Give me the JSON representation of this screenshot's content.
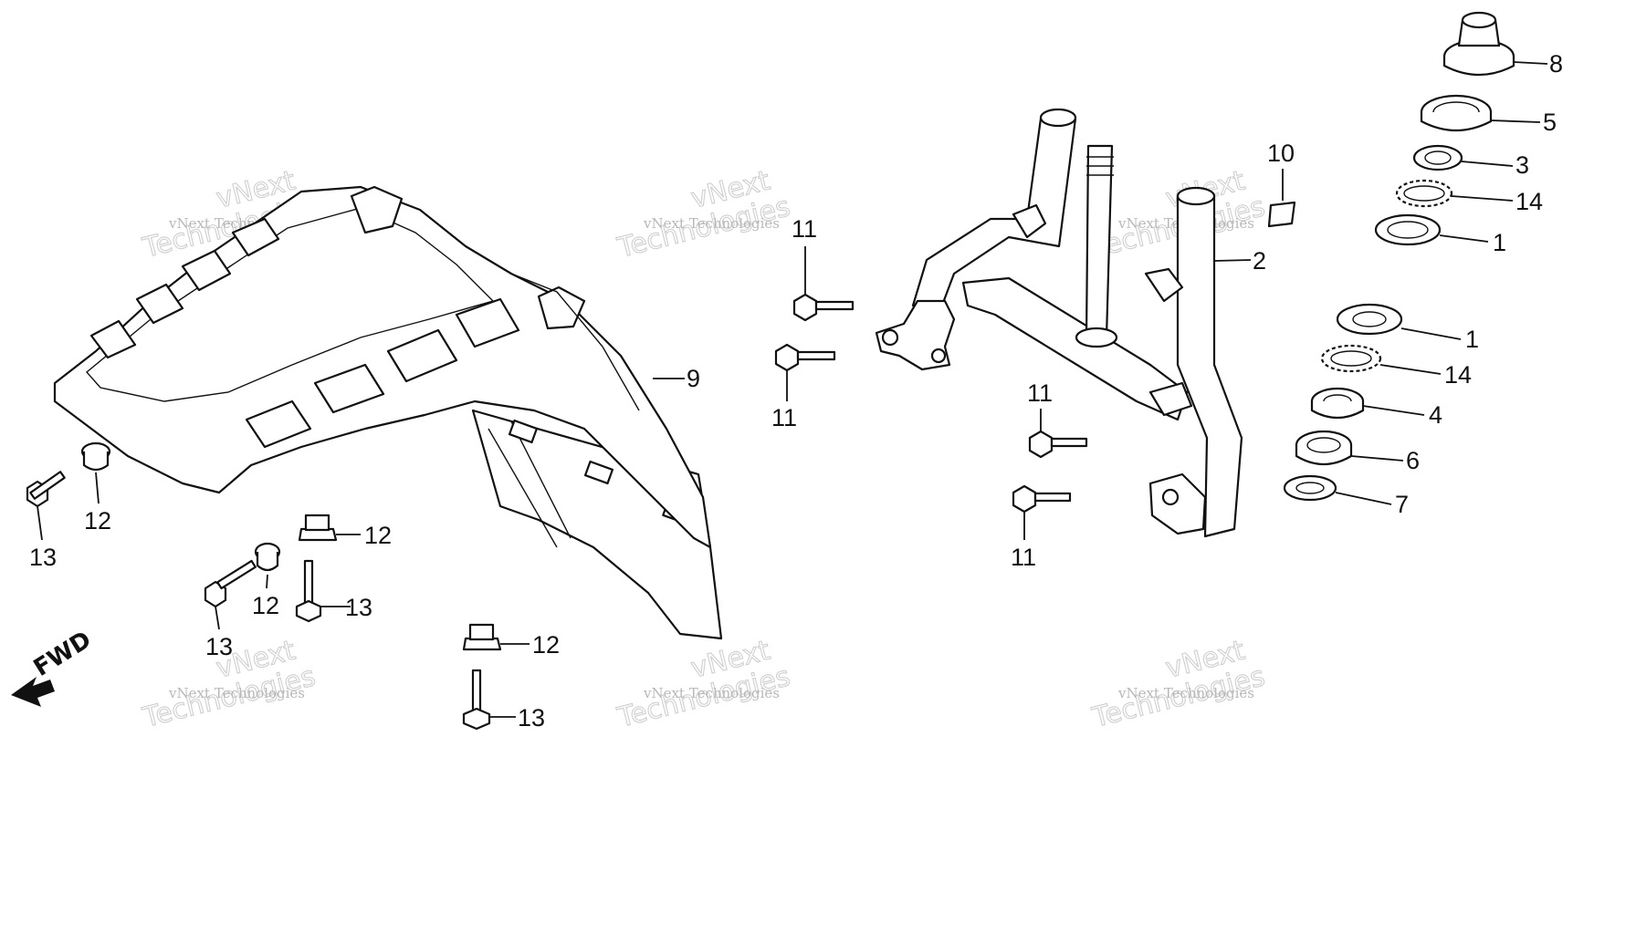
{
  "watermark": {
    "small_text": "vNext Technologies",
    "brand_line1": "vNext",
    "brand_line2": "Technologies"
  },
  "direction": {
    "label": "FWD",
    "icon": "forward-arrow-icon"
  },
  "callouts": {
    "c1a": "1",
    "c1b": "1",
    "c2": "2",
    "c3": "3",
    "c4": "4",
    "c5": "5",
    "c6": "6",
    "c7": "7",
    "c8": "8",
    "c9": "9",
    "c10": "10",
    "c11a": "11",
    "c11b": "11",
    "c11c": "11",
    "c11d": "11",
    "c12a": "12",
    "c12b": "12",
    "c12c": "12",
    "c12d": "12",
    "c13a": "13",
    "c13b": "13",
    "c13c": "13",
    "c13d": "13",
    "c14a": "14",
    "c14b": "14"
  },
  "colors": {
    "line": "#111111",
    "watermark": "#c8c8c8",
    "background": "#ffffff"
  }
}
